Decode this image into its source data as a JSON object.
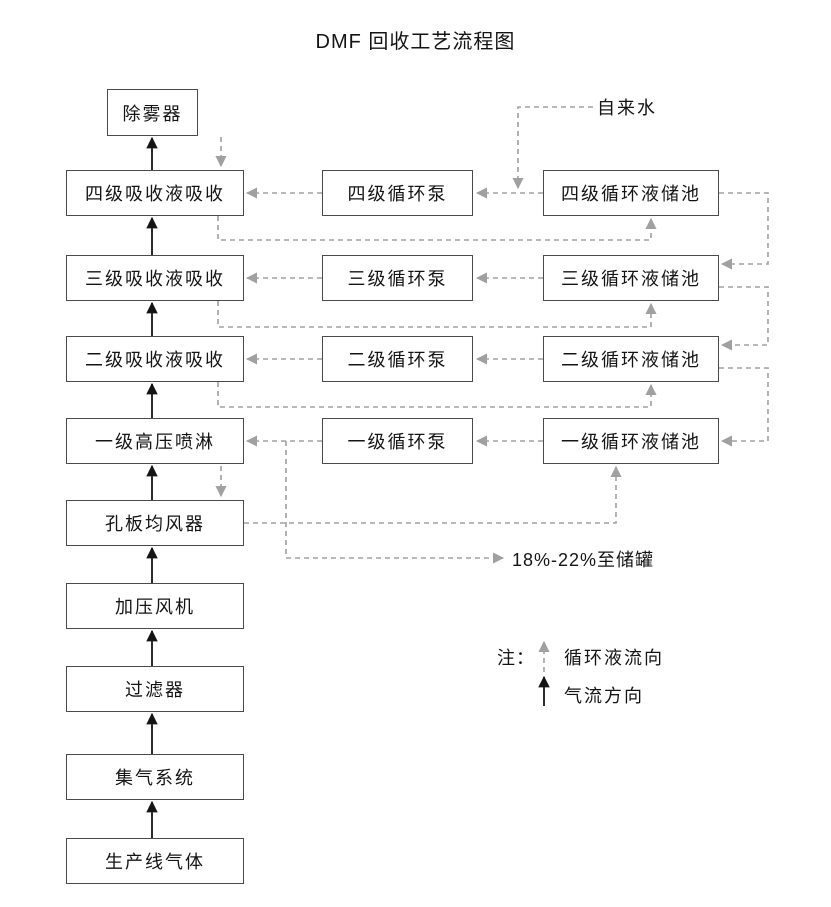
{
  "title": "DMF 回收工艺流程图",
  "colors": {
    "liquid_line_gray": "#a0a0a0",
    "gas_line_black": "#141414",
    "box_border": "#4a4a4a",
    "box_fill": "#ffffff"
  },
  "nodes": {
    "production_gas": "生产线气体",
    "gas_collection": "集气系统",
    "filter": "过滤器",
    "pressure_fan": "加压风机",
    "orifice_plate": "孔板均风器",
    "spray_l1": "一级高压喷淋",
    "absorber_l2": "二级吸收液吸收",
    "absorber_l3": "三级吸收液吸收",
    "absorber_l4": "四级吸收液吸收",
    "demister": "除雾器",
    "pump_l1": "一级循环泵",
    "pump_l2": "二级循环泵",
    "pump_l3": "三级循环泵",
    "pump_l4": "四级循环泵",
    "tank_l1": "一级循环液储池",
    "tank_l2": "二级循环液储池",
    "tank_l3": "三级循环液储池",
    "tank_l4": "四级循环液储池"
  },
  "annotations": {
    "tap_water": "自来水",
    "to_storage": "18%-22%至储罐",
    "note_label": "注：",
    "legend_circulation": "循环液流向",
    "legend_gas_flow": "气流方向"
  }
}
